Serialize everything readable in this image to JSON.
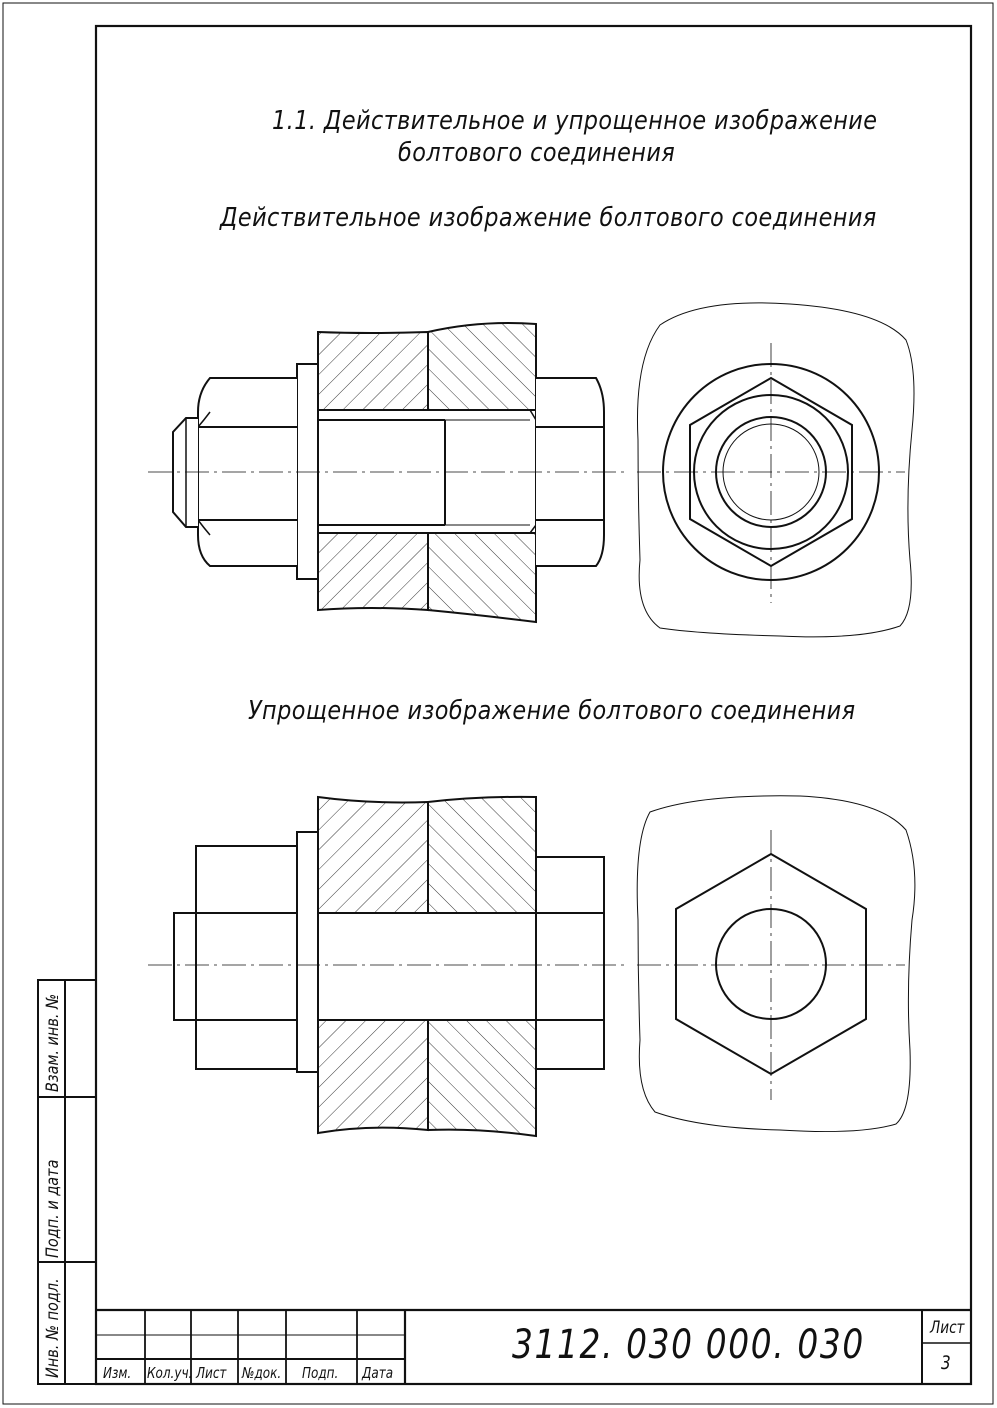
{
  "heading": {
    "section_title_line1": "1.1. Действительное и упрощенное изображение",
    "section_title_line2": "болтового соединения"
  },
  "views": {
    "real_caption": "Действительное изображение болтового соединения",
    "simplified_caption": "Упрощенное изображение болтового соединения"
  },
  "title_block": {
    "document_number": "3112. 030 000. 030",
    "sheet_label": "Лист",
    "sheet_number": "3",
    "columns": [
      "Изм.",
      "Кол.уч.",
      "Лист",
      "№док.",
      "Подп.",
      "Дата"
    ]
  },
  "side_stamp": {
    "inv_orig": "Инв. № подл.",
    "sign_date": "Подп. и дата",
    "replace_inv": "Взам. инв. №"
  }
}
